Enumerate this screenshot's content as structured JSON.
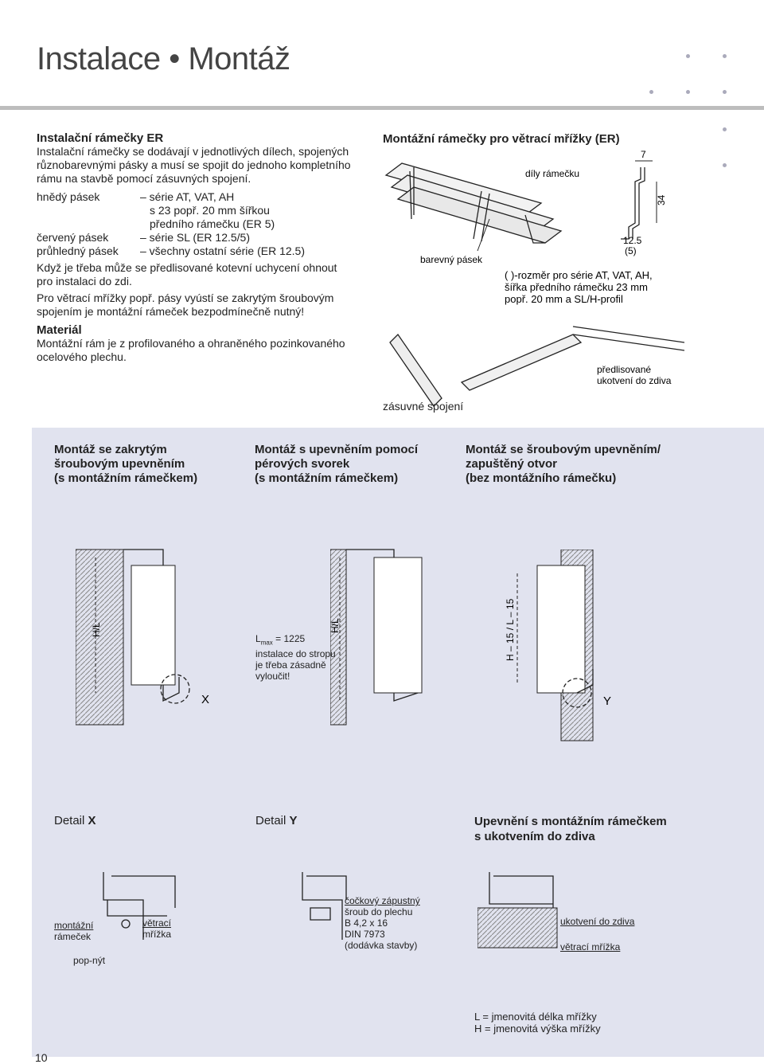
{
  "header": {
    "title": "Instalace • Montáž",
    "page_number": "10"
  },
  "left_col": {
    "heading": "Instalační rámečky ER",
    "intro": [
      "Instalační rámečky se dodávají v jednotlivých dílech, spojených",
      "různobarevnými pásky a musí se spojit do jednoho kompletního",
      "rámu na stavbě pomocí zásuvných spojení."
    ],
    "band_rows": [
      {
        "k": "hnědý pásek",
        "v": "– série AT, VAT, AH"
      },
      {
        "k": "",
        "v": "s 23 popř. 20 mm šířkou"
      },
      {
        "k": "",
        "v": "předního rámečku (ER 5)"
      },
      {
        "k": "červený pásek",
        "v": "– série SL (ER 12.5/5)"
      },
      {
        "k": "průhledný pásek",
        "v": "– všechny ostatní série (ER 12.5)"
      }
    ],
    "note1": [
      "Když je třeba může se předlisované kotevní uchycení ohnout",
      "pro instalaci do zdi."
    ],
    "note2": [
      "Pro větrací mřížky popř. pásy vyústí se zakrytým šroubovým",
      "spojením je montážní rámeček bezpodmínečně nutný!"
    ],
    "material_heading": "Materiál",
    "material_text": [
      "Montážní rám je z profilovaného a ohraněného pozinkovaného",
      "ocelového plechu."
    ]
  },
  "right_col": {
    "heading": "Montážní rámečky pro větrací mřížky (ER)",
    "label_parts": "díly rámečku",
    "label_band": "barevný pásek",
    "dim_7": "7",
    "dim_34": "34",
    "dim_125": "12.5",
    "dim_5": "(5)",
    "note": [
      "(  )-rozměr pro série AT, VAT, AH,",
      "šířka předního rámečku 23 mm",
      "popř. 20 mm a SL/H-profil"
    ],
    "label_anchor": [
      "předlisované",
      "ukotvení do zdiva"
    ],
    "label_slide": "zásuvné spojení"
  },
  "mount": {
    "col1": [
      "Montáž se zakrytým",
      "šroubovým upevněním",
      "(s montážním rámečkem)"
    ],
    "col2": [
      "Montáž s upevněním pomocí",
      "pérových svorek",
      "(s montážním rámečkem)"
    ],
    "col3": [
      "Montáž se šroubovým upevněním/",
      "zapuštěný otvor",
      "(bez montážního rámečku)"
    ],
    "hl": "H/L",
    "hl15": "H – 15 / L – 15",
    "lmax": [
      "L",
      "max",
      " = 1225",
      "instalace do stropu",
      "je třeba zásadně",
      "vyloučit!"
    ],
    "x": "X",
    "y": "Y"
  },
  "details": {
    "detail_x": "Detail",
    "detail_x_letter": "X",
    "detail_y": "Detail",
    "detail_y_letter": "Y",
    "col3_heading": [
      "Upevnění s montážním rámečkem",
      "s ukotvením do zdiva"
    ],
    "x_labels": {
      "frame": [
        "montážní",
        "rámeček"
      ],
      "grille": [
        "větrací",
        "mřížka"
      ],
      "rivet": "pop-nýt"
    },
    "y_labels": [
      "čočkový zápustný",
      "šroub do plechu",
      "B 4,2 x 16",
      "DIN 7973",
      "(dodávka stavby)"
    ],
    "c3_labels": {
      "anchor": "ukotvení do zdiva",
      "grille": "větrací mřížka"
    },
    "legend": [
      "L = jmenovitá délka mřížky",
      "H = jmenovitá výška mřížky"
    ]
  }
}
